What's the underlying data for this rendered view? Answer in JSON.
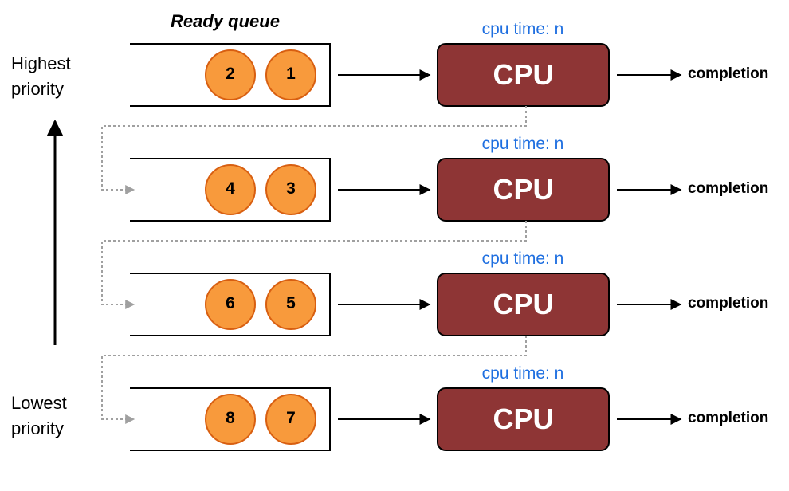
{
  "title": "Ready queue",
  "highest_label": [
    "Highest",
    "priority"
  ],
  "lowest_label": [
    "Lowest",
    "priority"
  ],
  "colors": {
    "cpu_fill": "#8e3535",
    "process_fill": "#f89a3c",
    "process_stroke": "#d85f11",
    "cpu_time_text": "#1f6fe0",
    "dotted_line": "#a0a0a0"
  },
  "queues": [
    {
      "processes": [
        "2",
        "1"
      ],
      "cpu_label": "CPU",
      "cpu_time": "cpu time: n",
      "completion": "completion"
    },
    {
      "processes": [
        "4",
        "3"
      ],
      "cpu_label": "CPU",
      "cpu_time": "cpu time: n",
      "completion": "completion"
    },
    {
      "processes": [
        "6",
        "5"
      ],
      "cpu_label": "CPU",
      "cpu_time": "cpu time: n",
      "completion": "completion"
    },
    {
      "processes": [
        "8",
        "7"
      ],
      "cpu_label": "CPU",
      "cpu_time": "cpu time: n",
      "completion": "completion"
    }
  ]
}
